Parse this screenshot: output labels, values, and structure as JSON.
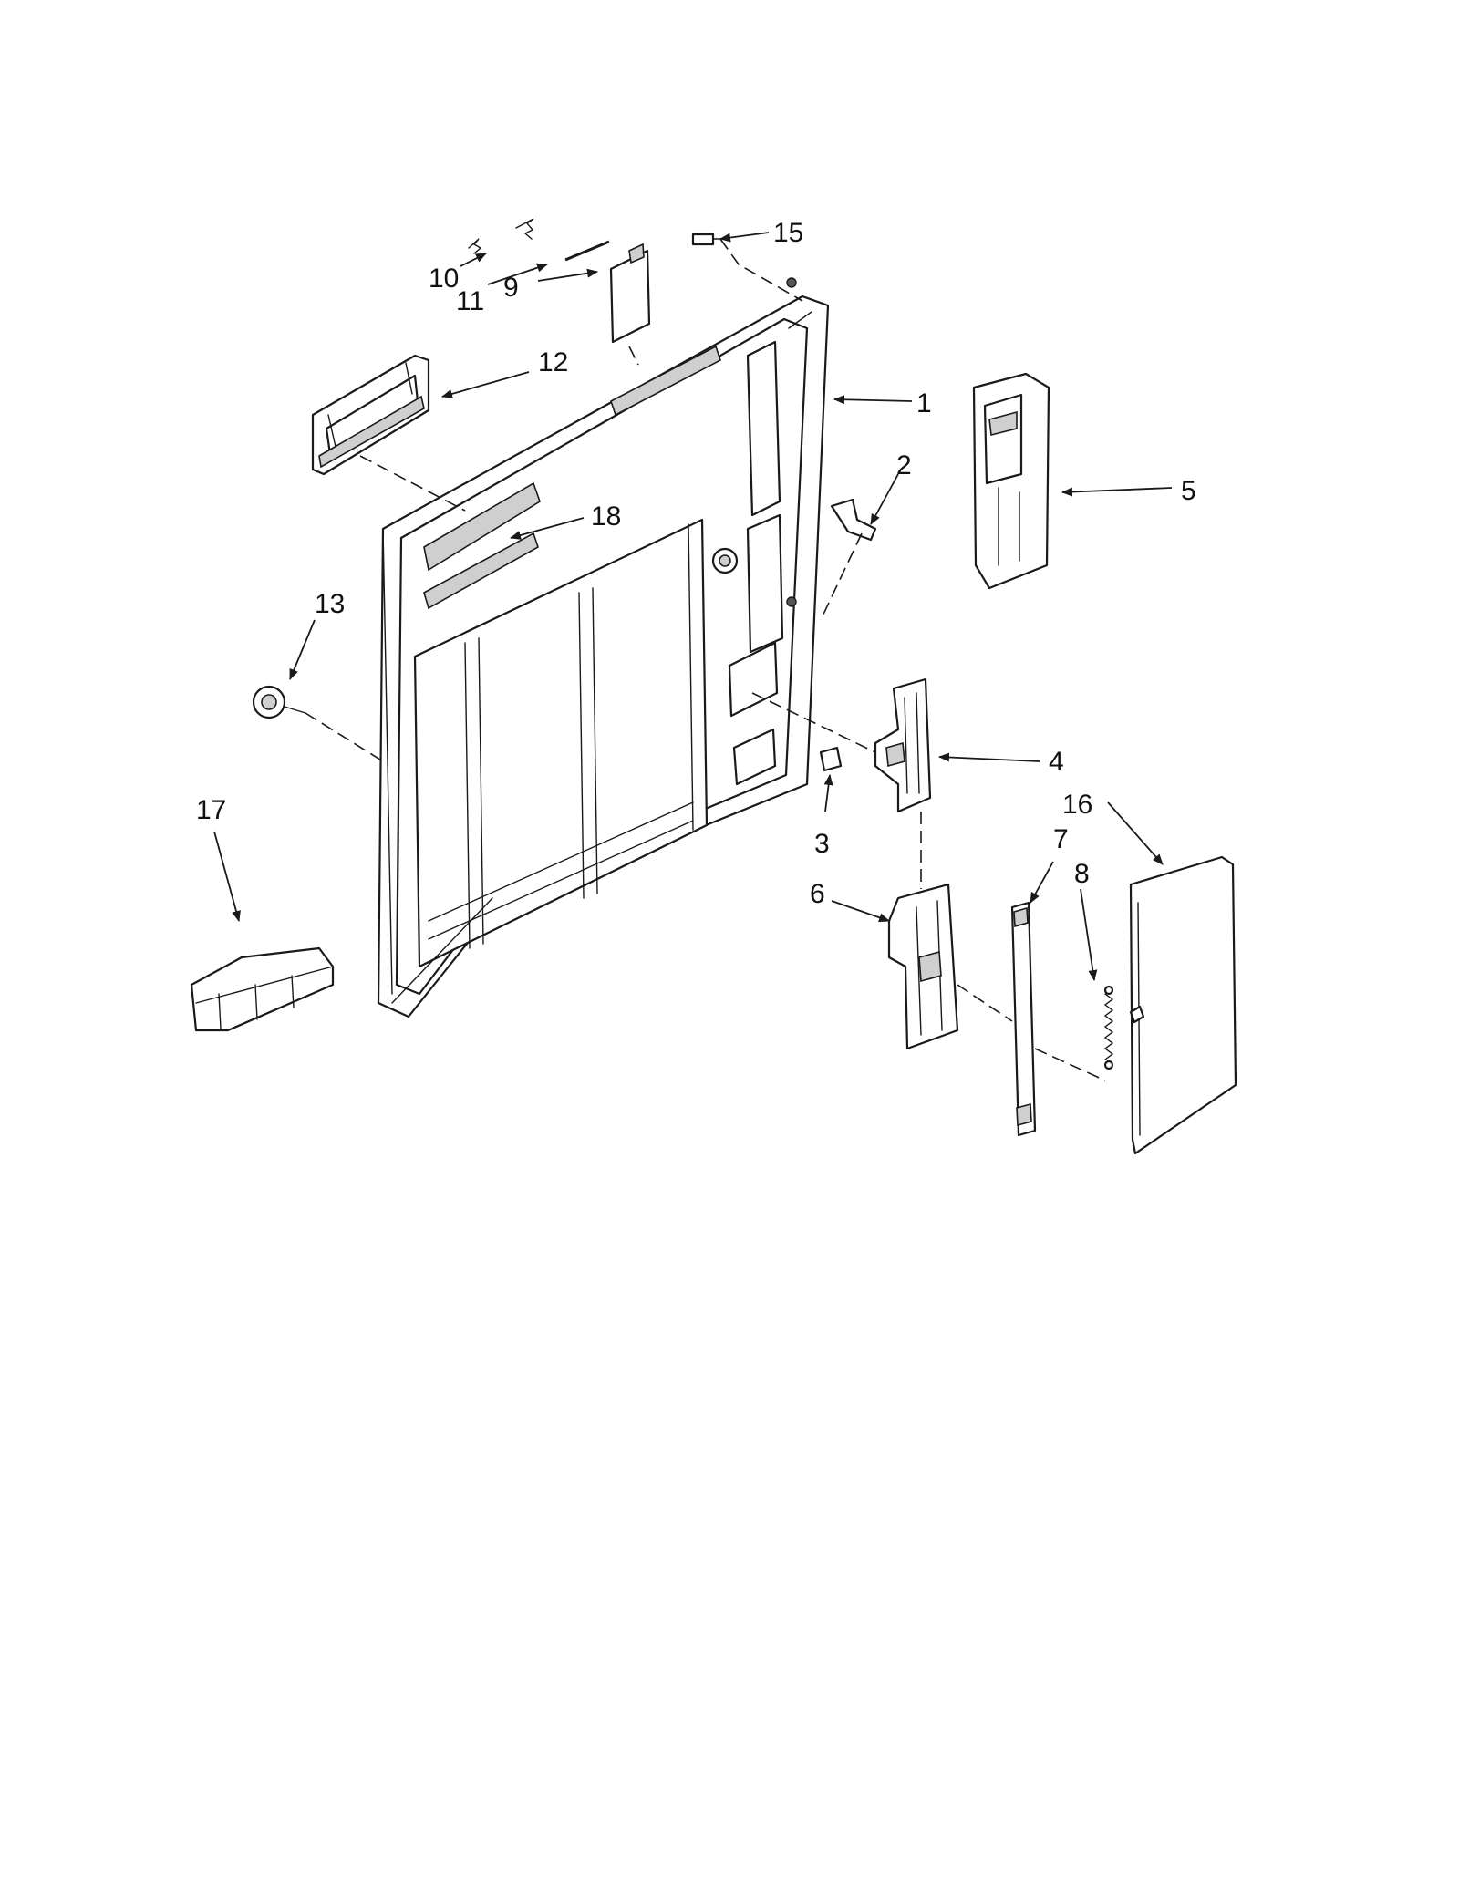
{
  "callouts": [
    "1",
    "2",
    "3",
    "4",
    "5",
    "6",
    "7",
    "8",
    "9",
    "10",
    "11",
    "12",
    "13",
    "15",
    "16",
    "17",
    "18"
  ],
  "colors": {
    "line": "#1a1a1a",
    "shade": "#cfcfcf",
    "background": "#ffffff"
  }
}
